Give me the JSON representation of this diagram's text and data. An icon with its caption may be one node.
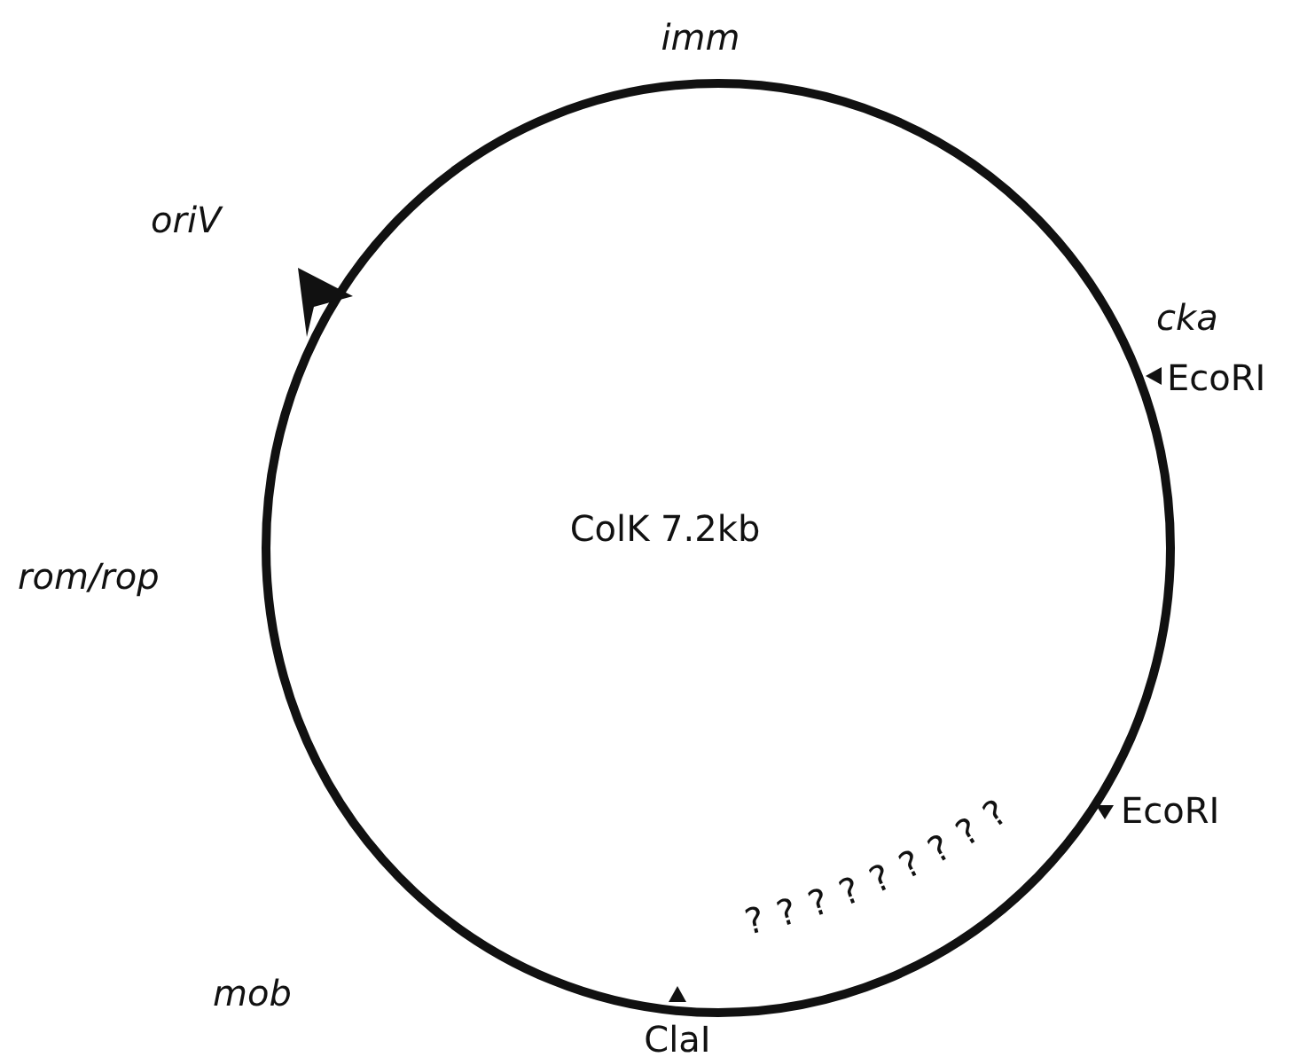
{
  "diagram": {
    "labels": [
      "imm",
      "oriV",
      "cka",
      "EcoRI",
      "ColK 7.2kb",
      "rom/rop",
      "EcoRI",
      "? ? ? ? ? ? ? ? ?",
      "mob",
      "ClaI"
    ]
  }
}
